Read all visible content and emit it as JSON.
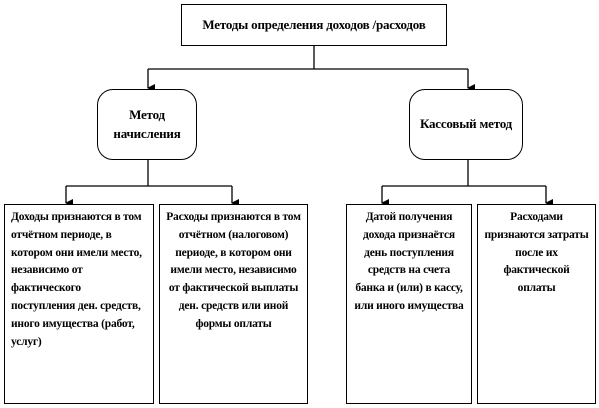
{
  "root": {
    "label": "Методы определения доходов /расходов"
  },
  "methods": {
    "accrual": {
      "label": "Метод начисления"
    },
    "cash": {
      "label": "Кассовый метод"
    }
  },
  "leaves": {
    "accrual_income": "Доходы признаются в том отчётном периоде, в котором они имели место, независимо от фактического поступления ден. средств, иного имущества (работ, услуг)",
    "accrual_expense": "Расходы признаются в том отчётном (налоговом) периоде, в котором они имели место, независимо от фактической выплаты ден. средств или иной формы оплаты",
    "cash_income": "Датой получения дохода признаётся день поступления средств на счета банка и (или) в кассу, или иного имущества",
    "cash_expense": "Расходами признаются затраты после их фактической оплаты"
  }
}
